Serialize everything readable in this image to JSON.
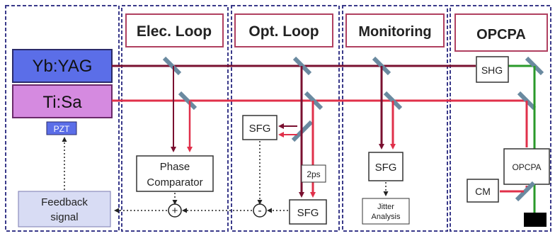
{
  "sections": {
    "elec_loop": "Elec. Loop",
    "opt_loop": "Opt. Loop",
    "monitoring": "Monitoring",
    "opcpa": "OPCPA"
  },
  "lasers": {
    "ybyag": "Yb:YAG",
    "tisa": "Ti:Sa",
    "pzt": "PZT"
  },
  "feedback": {
    "line1": "Feedback",
    "line2": "signal"
  },
  "elec": {
    "phase_line1": "Phase",
    "phase_line2": "Comparator",
    "sum_symbol": "+"
  },
  "opt": {
    "sfg_top": "SFG",
    "sfg_bottom": "SFG",
    "delay": "2ps",
    "minus_symbol": "-"
  },
  "monitor": {
    "sfg": "SFG",
    "jitter_line1": "Jitter",
    "jitter_line2": "Analysis"
  },
  "opcpa_parts": {
    "shg": "SHG",
    "opcpa_box": "OPCPA",
    "cm": "CM"
  },
  "colors": {
    "yb_beam": "#7a1030",
    "ti_beam": "#e0304a",
    "green_beam": "#2a9a2a",
    "dashed_border": "#3a3a8a",
    "title_border": "#b04060",
    "yb_fill": "#5b6ee8",
    "ti_fill": "#d58ae0",
    "feedback_fill": "#d8dcf4"
  }
}
